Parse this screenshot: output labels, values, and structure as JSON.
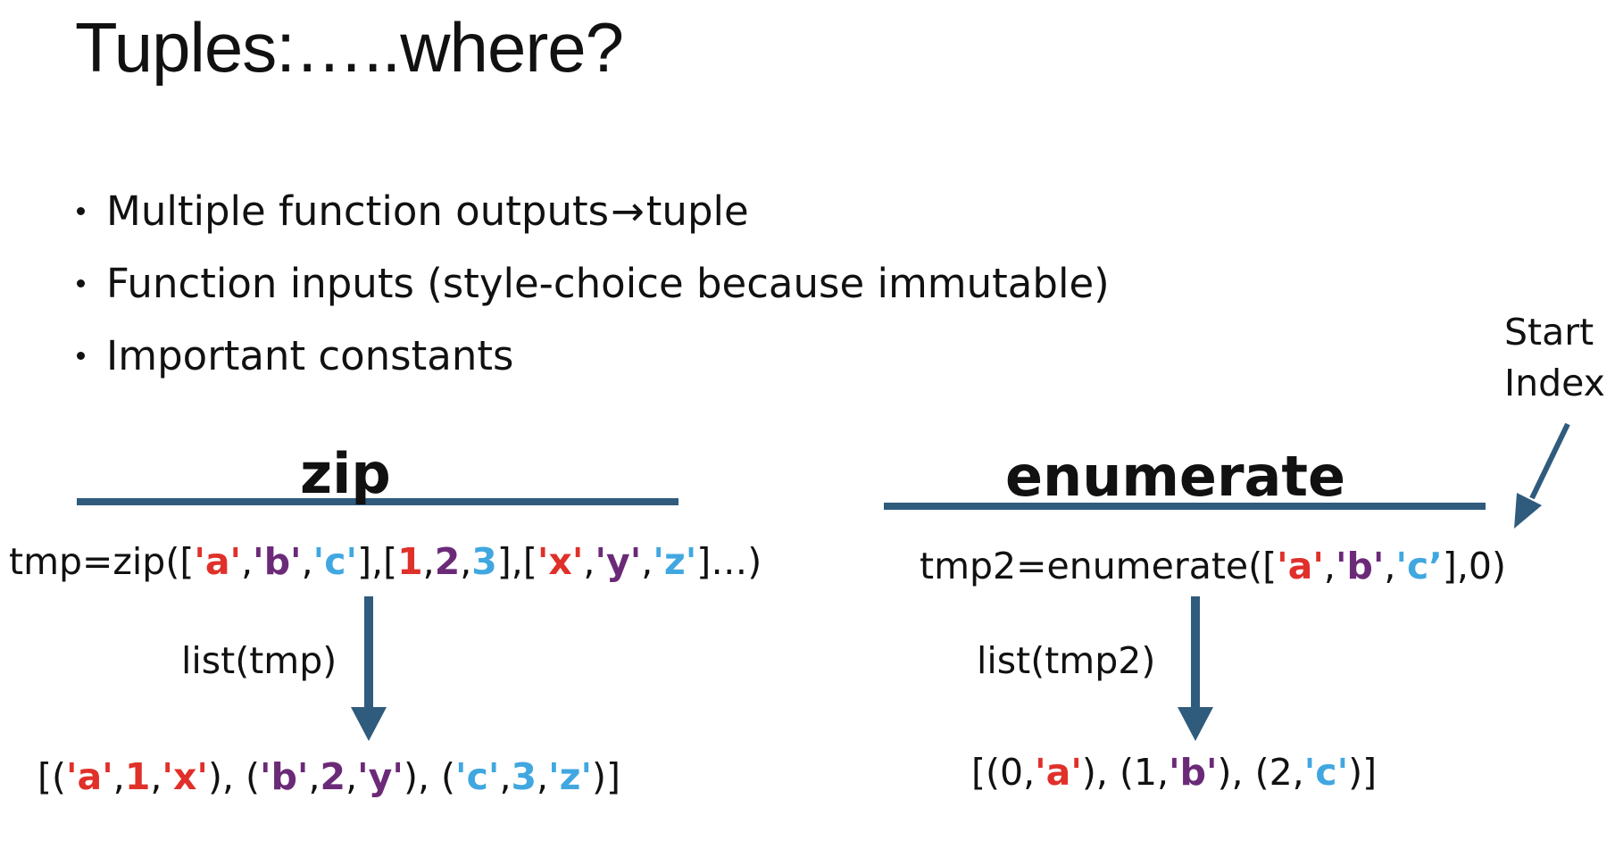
{
  "title": "Tuples:…..where?",
  "bullets": [
    {
      "before": "Multiple function outputs",
      "arrow": "→",
      "after": "tuple"
    },
    {
      "before": "Function inputs (style-choice because immutable)",
      "arrow": "",
      "after": ""
    },
    {
      "before": "Important constants",
      "arrow": "",
      "after": ""
    }
  ],
  "colors": {
    "red": "#e0302a",
    "purple": "#6b2a78",
    "blue": "#41a7e0",
    "steel": "#2f5b7d",
    "text": "#111111"
  },
  "zip": {
    "heading": "zip",
    "call_label": "list(tmp)",
    "code_tokens": [
      {
        "t": "tmp=zip([",
        "c": "plain"
      },
      {
        "t": "'a'",
        "c": "red"
      },
      {
        "t": ",",
        "c": "plain"
      },
      {
        "t": "'b'",
        "c": "purple"
      },
      {
        "t": ",",
        "c": "plain"
      },
      {
        "t": "'c'",
        "c": "blue"
      },
      {
        "t": "],[",
        "c": "plain"
      },
      {
        "t": "1",
        "c": "red"
      },
      {
        "t": ",",
        "c": "plain"
      },
      {
        "t": "2",
        "c": "purple"
      },
      {
        "t": ",",
        "c": "plain"
      },
      {
        "t": "3",
        "c": "blue"
      },
      {
        "t": "],[",
        "c": "plain"
      },
      {
        "t": "'x'",
        "c": "red"
      },
      {
        "t": ",",
        "c": "plain"
      },
      {
        "t": "'y'",
        "c": "purple"
      },
      {
        "t": ",",
        "c": "plain"
      },
      {
        "t": "'z'",
        "c": "blue"
      },
      {
        "t": "]…)",
        "c": "plain"
      }
    ],
    "result_tokens": [
      {
        "t": "[(",
        "c": "plain"
      },
      {
        "t": "'a'",
        "c": "red"
      },
      {
        "t": ",",
        "c": "plain"
      },
      {
        "t": "1",
        "c": "red"
      },
      {
        "t": ",",
        "c": "plain"
      },
      {
        "t": "'x'",
        "c": "red"
      },
      {
        "t": "), (",
        "c": "plain"
      },
      {
        "t": "'b'",
        "c": "purple"
      },
      {
        "t": ",",
        "c": "plain"
      },
      {
        "t": "2",
        "c": "purple"
      },
      {
        "t": ",",
        "c": "plain"
      },
      {
        "t": "'y'",
        "c": "purple"
      },
      {
        "t": "), (",
        "c": "plain"
      },
      {
        "t": "'c'",
        "c": "blue"
      },
      {
        "t": ",",
        "c": "plain"
      },
      {
        "t": "3",
        "c": "blue"
      },
      {
        "t": ",",
        "c": "plain"
      },
      {
        "t": "'z'",
        "c": "blue"
      },
      {
        "t": ")]",
        "c": "plain"
      }
    ]
  },
  "enumerate": {
    "heading": "enumerate",
    "call_label": "list(tmp2)",
    "annotation_line1": "Start",
    "annotation_line2": "Index",
    "code_tokens": [
      {
        "t": "tmp2=enumerate([",
        "c": "plain"
      },
      {
        "t": "'a'",
        "c": "red"
      },
      {
        "t": ",",
        "c": "plain"
      },
      {
        "t": "'b'",
        "c": "purple"
      },
      {
        "t": ",",
        "c": "plain"
      },
      {
        "t": "'c’",
        "c": "blue"
      },
      {
        "t": "],0)",
        "c": "plain"
      }
    ],
    "result_tokens": [
      {
        "t": "[(0,",
        "c": "plain"
      },
      {
        "t": "'a'",
        "c": "red"
      },
      {
        "t": "), (1,",
        "c": "plain"
      },
      {
        "t": "'b'",
        "c": "purple"
      },
      {
        "t": "), (2,",
        "c": "plain"
      },
      {
        "t": "'c'",
        "c": "blue"
      },
      {
        "t": ")]",
        "c": "plain"
      }
    ]
  }
}
